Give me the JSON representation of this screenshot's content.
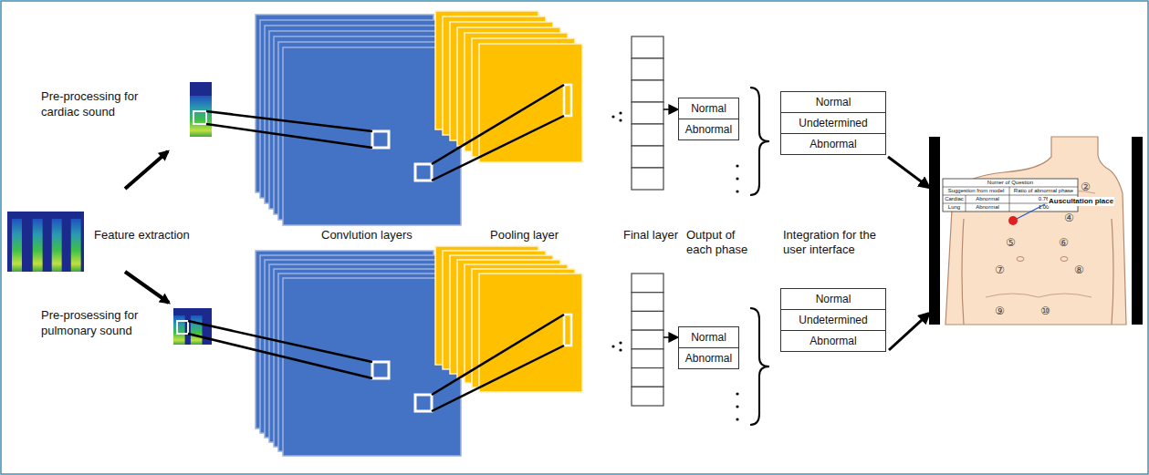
{
  "diagram": {
    "nodes": [
      {
        "text": [
          "Normal",
          "Abnormal"
        ]
      },
      {
        "text": [
          "Normal",
          "Undetermined",
          "Abnormal"
        ]
      },
      {
        "text": [
          "Normal",
          "Abnormal"
        ]
      },
      {
        "text": [
          "Normal",
          "Undetermined",
          "Abnormal"
        ]
      },
      {
        "text": [
          "Auscultation place"
        ]
      }
    ],
    "edges": [
      {
        "from": 1,
        "to": 4,
        "arrow": "to"
      },
      {
        "from": 3,
        "to": 4,
        "arrow": "to"
      }
    ],
    "labels": [
      "Pre-processing for cardiac sound",
      "Feature extraction",
      "Pre-prosessing for pulmonary sound",
      "Convlution layers",
      "Pooling layer",
      "Final layer",
      "Output of each phase",
      "Integration for the user interface",
      "Numer of Question",
      "Suggestion from model",
      "Ratio of abnormal phase",
      "Cardiac",
      "Abnormal",
      "0.76",
      "Lung",
      "Abnormal",
      "1.00",
      "②",
      "④",
      "⑤",
      "⑥",
      "⑦",
      "⑧",
      "⑨",
      "⑩"
    ]
  }
}
